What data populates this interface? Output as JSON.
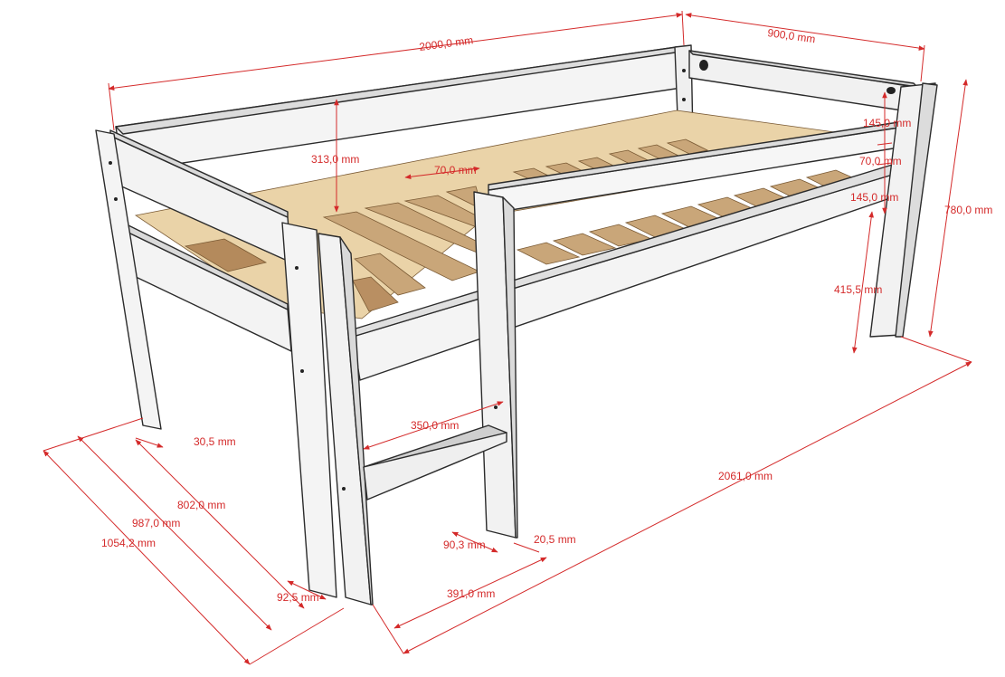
{
  "colors": {
    "dimension": "#d42a2a",
    "frame": "#f2f2f2",
    "frame_shade": "#d7d7d7",
    "slat": "#c8a57a",
    "slat_dark": "#a47f55",
    "base_board": "#e8cfa4"
  },
  "dimensions": {
    "length_top": "2000,0 mm",
    "width_top": "900,0 mm",
    "side_rail_height": "313,0 mm",
    "slat_spacing": "70,0 mm",
    "top_rail_height": "145,0 mm",
    "rail_gap": "70,0 mm",
    "lower_rail_height": "145,0 mm",
    "total_height": "780,0 mm",
    "clearance_height": "415,5 mm",
    "leg_thickness": "30,5 mm",
    "ladder_width": "350,0 mm",
    "inner_width": "802,0 mm",
    "mid_width": "987,0 mm",
    "outer_width": "1054,2 mm",
    "total_length": "2061,0 mm",
    "ladder_post_depth": "90,3 mm",
    "ladder_post_thickness": "20,5 mm",
    "leg_width": "92,5 mm",
    "ladder_offset": "391,0 mm"
  }
}
